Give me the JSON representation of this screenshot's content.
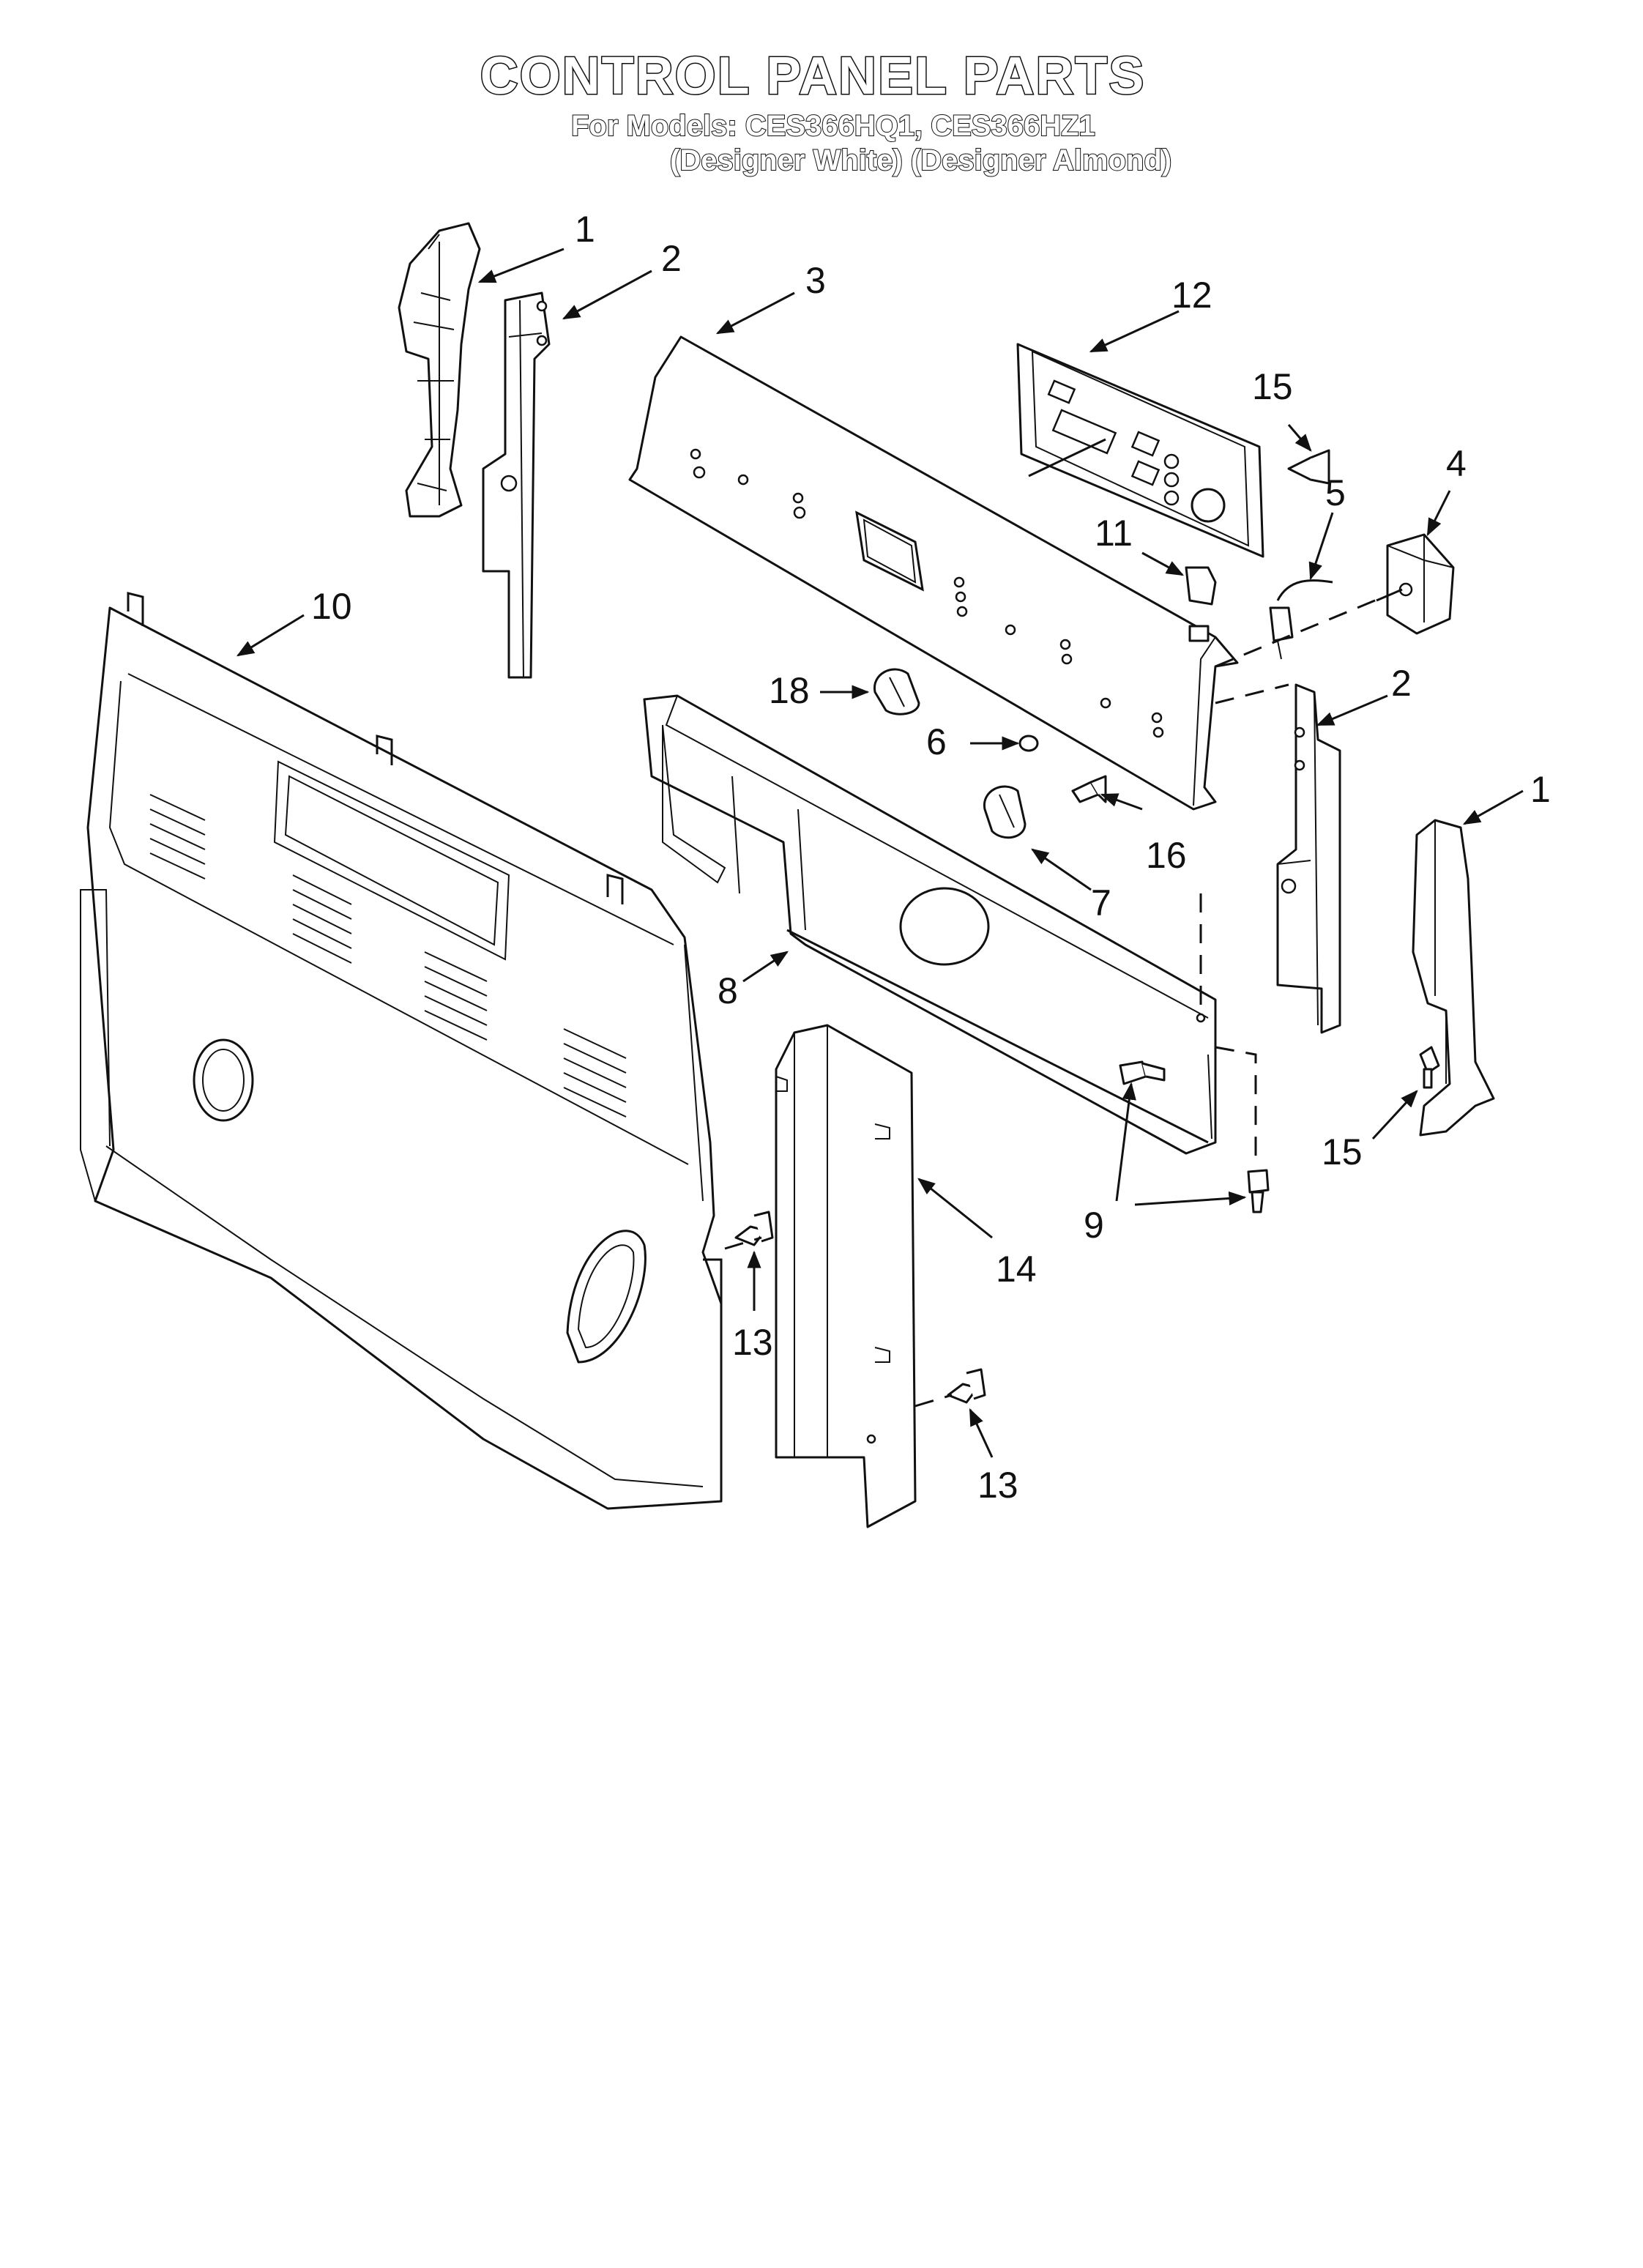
{
  "title": "CONTROL PANEL PARTS",
  "models_line": "For Models: CES366HQ1, CES366HZ1",
  "finish_line": "(Designer White) (Designer Almond)",
  "callouts": [
    {
      "id": "c1a",
      "label": "1"
    },
    {
      "id": "c2a",
      "label": "2"
    },
    {
      "id": "c3",
      "label": "3"
    },
    {
      "id": "c12",
      "label": "12"
    },
    {
      "id": "c15a",
      "label": "15"
    },
    {
      "id": "c4",
      "label": "4"
    },
    {
      "id": "c5",
      "label": "5"
    },
    {
      "id": "c11",
      "label": "11"
    },
    {
      "id": "c10",
      "label": "10"
    },
    {
      "id": "c18",
      "label": "18"
    },
    {
      "id": "c6",
      "label": "6"
    },
    {
      "id": "c2b",
      "label": "2"
    },
    {
      "id": "c1b",
      "label": "1"
    },
    {
      "id": "c16",
      "label": "16"
    },
    {
      "id": "c7",
      "label": "7"
    },
    {
      "id": "c8",
      "label": "8"
    },
    {
      "id": "c15b",
      "label": "15"
    },
    {
      "id": "c9",
      "label": "9"
    },
    {
      "id": "c14",
      "label": "14"
    },
    {
      "id": "c13a",
      "label": "13"
    },
    {
      "id": "c13b",
      "label": "13"
    }
  ]
}
